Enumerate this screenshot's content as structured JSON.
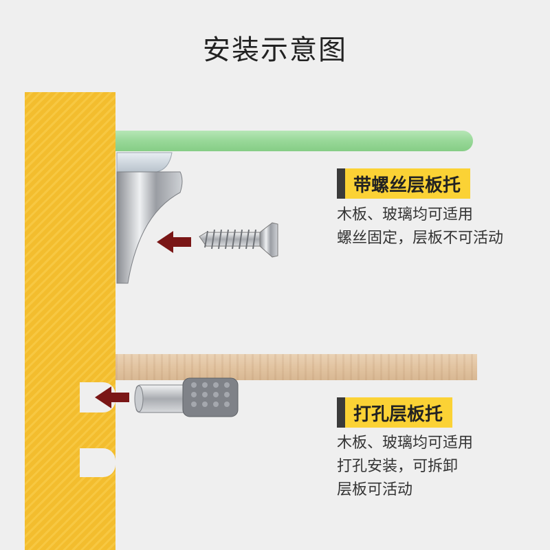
{
  "title": "安装示意图",
  "section1": {
    "label": "带螺丝层板托",
    "lines": [
      "木板、玻璃均可适用",
      "螺丝固定，层板不可活动"
    ]
  },
  "section2": {
    "label": "打孔层板托",
    "lines": [
      "木板、玻璃均可适用",
      "打孔安装，可拆卸",
      "层板可活动"
    ]
  },
  "colors": {
    "wall": "#f3bd2e",
    "label_bg": "#fbd235",
    "label_bar": "#3a3a3a",
    "arrow": "#7a1616",
    "glass": "#98d898",
    "wood": "#e2c4a1"
  }
}
